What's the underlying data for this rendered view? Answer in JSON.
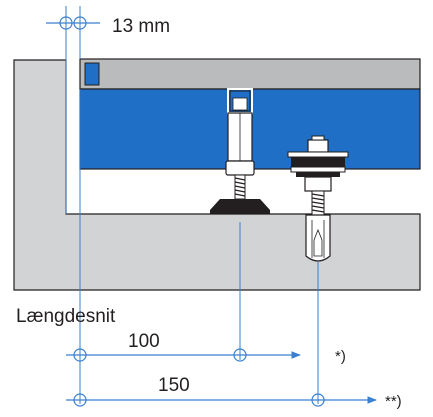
{
  "labels": {
    "gap": "13 mm",
    "section": "Længdesnit",
    "dim_1": "100",
    "dim_2": "150",
    "note_1": "*)",
    "note_2": "**)"
  },
  "colors": {
    "dimension": "#3a7fd0",
    "gray": "#d1d3d4",
    "blue": "#1e6fc5",
    "dark": "#222222",
    "light_gray": "#c8c8c8"
  }
}
